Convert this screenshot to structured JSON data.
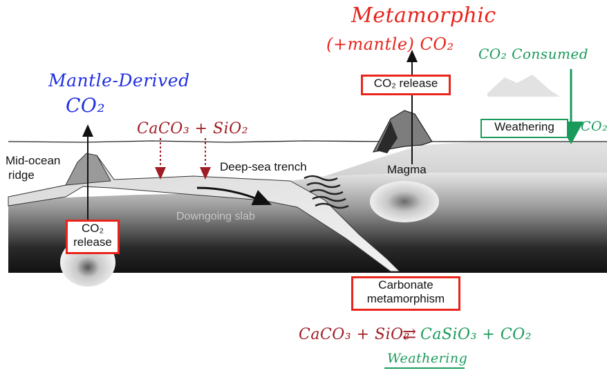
{
  "handwritten": {
    "mantle_line1": "Mantle-Derived",
    "mantle_line2": "CO₂",
    "metamorphic_line1": "Metamorphic",
    "metamorphic_line2": "(+mantle) CO₂",
    "co2_consumed": "CO₂ Consumed",
    "co2_small": "CO₂",
    "caco3_sio2_top": "CaCO₃ + SiO₂",
    "equation_left": "CaCO₃ + SiO₂",
    "equation_arrows": "⇄",
    "equation_right": "CaSiO₃ + CO₂",
    "weathering_note": "Weathering"
  },
  "labels": {
    "mid_ocean_ridge_1": "Mid-ocean",
    "mid_ocean_ridge_2": "ridge",
    "deep_sea_trench": "Deep-sea trench",
    "magma": "Magma",
    "downgoing_slab": "Downgoing slab"
  },
  "boxes": {
    "co2_release_top": "CO₂ release",
    "co2_release_left_1": "CO₂",
    "co2_release_left_2": "release",
    "weathering": "Weathering",
    "carbonate_1": "Carbonate",
    "carbonate_2": "metamorphism"
  },
  "colors": {
    "annotation_red": "#e8241b",
    "annotation_blue": "#1f2fe0",
    "annotation_green": "#1a9a5a",
    "annotation_maroon": "#a01c24"
  }
}
